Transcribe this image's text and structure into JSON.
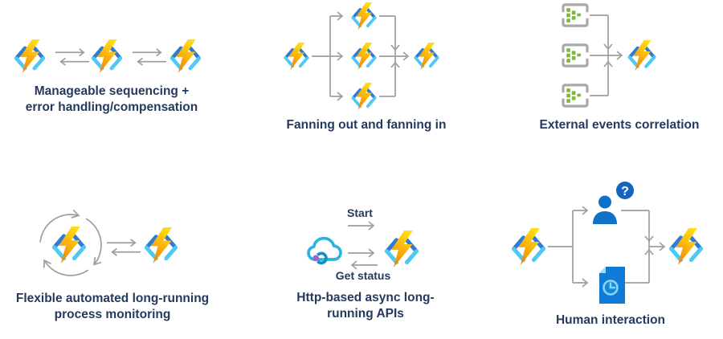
{
  "colors": {
    "background": "#FFFFFF",
    "caption_text": "#243A5E",
    "connector_gray": "#9E9E9E",
    "bolt_yellow": "#FFDE12",
    "bolt_orange": "#EF840B",
    "bracket_dark_blue": "#2F7BD2",
    "bracket_light_blue": "#4FC8F2",
    "event_frame_gray": "#A8A8A8",
    "event_square_green": "#7CBA3A",
    "cloud_outline_cyan": "#2CB5DC",
    "cloud_arc_teal": "#1193C1",
    "cloud_dot_purple": "#A262C9",
    "person_blue": "#1072C6",
    "badge_blue": "#1464C0",
    "doc_blue": "#0F7BD4",
    "doc_fold_light": "#9FDBF3",
    "clock_accent": "#86D7F5"
  },
  "icons": {
    "function": "azure-function-icon",
    "swap_arrows": "swap-arrows-icon",
    "event_source": "event-source-icon",
    "cloud_api": "cloud-api-icon",
    "person": "person-icon",
    "question_badge": "question-badge-icon",
    "document_clock": "document-clock-icon",
    "loop": "loop-arrows-icon"
  },
  "panels": {
    "sequencing": {
      "caption": "Manageable sequencing +\nerror handling/compensation"
    },
    "fanning": {
      "caption": "Fanning out and fanning in"
    },
    "external_events": {
      "caption": "External events correlation"
    },
    "monitoring": {
      "caption": "Flexible automated long-running\nprocess monitoring"
    },
    "http_async": {
      "caption": "Http-based async long-\nrunning APIs",
      "start_label": "Start",
      "get_status_label": "Get status"
    },
    "human_interaction": {
      "caption": "Human interaction",
      "question_badge": "?"
    }
  }
}
